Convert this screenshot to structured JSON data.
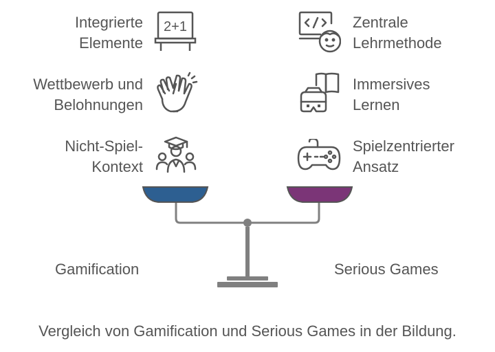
{
  "left": {
    "title": "Gamification",
    "color": "#2d5f91",
    "items": [
      {
        "line1": "Integrierte",
        "line2": "Elemente",
        "icon": "chalkboard-2plus1-icon"
      },
      {
        "line1": "Wettbewerb und",
        "line2": "Belohnungen",
        "icon": "clapping-hands-icon"
      },
      {
        "line1": "Nicht-Spiel-",
        "line2": "Kontext",
        "icon": "graduate-group-icon"
      }
    ]
  },
  "right": {
    "title": "Serious Games",
    "color": "#7b3577",
    "items": [
      {
        "line1": "Zentrale",
        "line2": "Lehrmethode",
        "icon": "code-learner-icon"
      },
      {
        "line1": "Immersives",
        "line2": "Lernen",
        "icon": "vr-headset-book-icon"
      },
      {
        "line1": "Spielzentrierter",
        "line2": "Ansatz",
        "icon": "gamepad-icon"
      }
    ]
  },
  "icon_board_text": "2+1",
  "caption": "Vergleich von Gamification und Serious Games in der Bildung.",
  "colors": {
    "text": "#555555",
    "icon": "#555555",
    "scale": "#808080"
  }
}
